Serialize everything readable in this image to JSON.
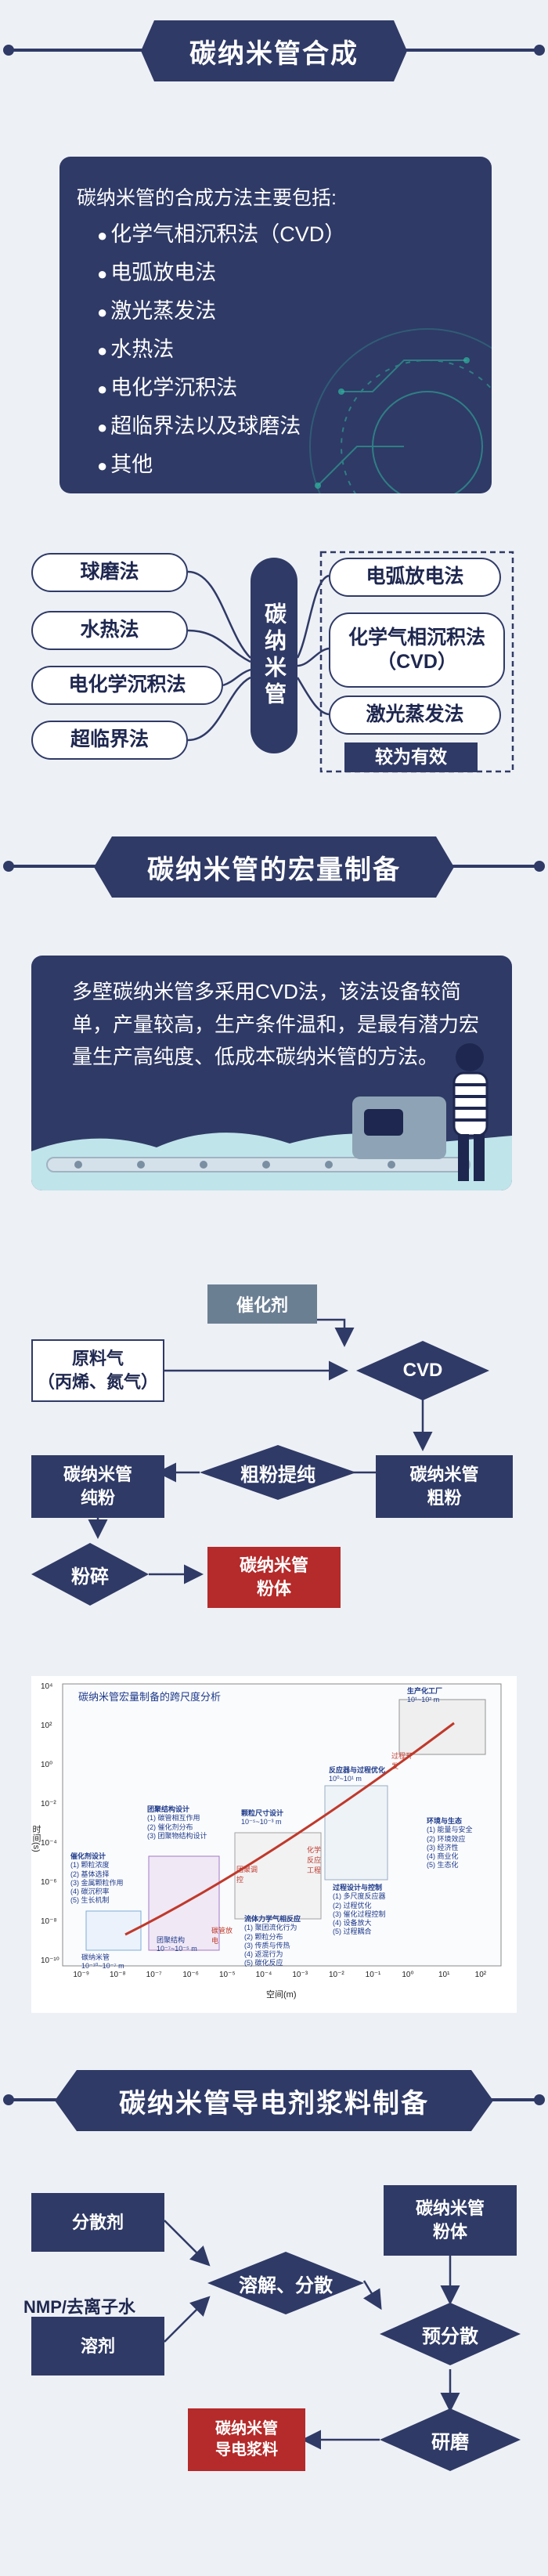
{
  "sections": [
    {
      "title": "碳纳米管合成"
    },
    {
      "title": "碳纳米管的宏量制备"
    },
    {
      "title": "碳纳米管导电剂浆料制备"
    }
  ],
  "synthesis": {
    "intro": "碳纳米管的合成方法主要包括:",
    "methods": [
      "化学气相沉积法（CVD）",
      "电弧放电法",
      "激光蒸发法",
      "水热法",
      "电化学沉积法",
      "超临界法以及球磨法",
      "其他"
    ]
  },
  "method_diagram": {
    "center": "碳纳米管",
    "left": [
      "球磨法",
      "水热法",
      "电化学沉积法",
      "超临界法"
    ],
    "right": [
      "电弧放电法",
      "化学气相沉积法（CVD）",
      "激光蒸发法"
    ],
    "right_note": "较为有效"
  },
  "mass_production": {
    "desc": "多壁碳纳米管多采用CVD法，该法设备较简单，产量较高，生产条件温和，是最有潜力宏量生产高纯度、低成本碳纳米管的方法。"
  },
  "mass_flow": {
    "catalyst": "催化剂",
    "feed_line1": "原料气",
    "feed_line2": "（丙烯、氮气）",
    "cvd": "CVD",
    "crude_line1": "碳纳米管",
    "crude_line2": "粗粉",
    "purify": "粗粉提纯",
    "pure_line1": "碳纳米管",
    "pure_line2": "纯粉",
    "crush": "粉碎",
    "product_line1": "碳纳米管",
    "product_line2": "粉体"
  },
  "figure": {
    "title": "碳纳米管宏量制备的跨尺度分析",
    "xlabel": "空间(m)",
    "ylabel": "时间(s)",
    "x_ticks": [
      "10⁻⁹",
      "10⁻⁸",
      "10⁻⁷",
      "10⁻⁶",
      "10⁻⁵",
      "10⁻⁴",
      "10⁻³",
      "10⁻²",
      "10⁻¹",
      "10⁰",
      "10¹",
      "10²"
    ],
    "y_ticks": [
      "10⁴",
      "10²",
      "10⁰",
      "10⁻²",
      "10⁻⁴",
      "10⁻⁶",
      "10⁻⁸",
      "10⁻¹⁰"
    ],
    "catalyst_block": {
      "head": "催化剂设计",
      "items": [
        "(1) 颗粒浓度",
        "(2) 基体选择",
        "(3) 金属颗粒作用",
        "(4) 碳沉积率",
        "(5) 生长机制"
      ]
    },
    "cluster_block": {
      "head": "团聚结构设计",
      "items": [
        "(1) 碳管相互作用",
        "(2) 催化剂分布",
        "(3) 团聚物结构设计"
      ]
    },
    "particle_block": {
      "head": "颗粒尺寸设计",
      "range": "10⁻⁵~10⁻³ m"
    },
    "flow_block": {
      "head": "流体力学气相反应",
      "items": [
        "(1) 聚团流化行为",
        "(2) 颗粒分布",
        "(3) 传质与传热",
        "(4) 返混行为",
        "(5) 碳化反应"
      ]
    },
    "reactor_block": {
      "head": "反应器与过程优化",
      "range": "10⁰~10¹ m"
    },
    "process_block": {
      "head": "过程设计与控制",
      "items": [
        "(1) 多尺度反应器",
        "(2) 过程优化",
        "(3) 催化过程控制",
        "(4) 设备放大",
        "(5) 过程耦合"
      ]
    },
    "plant_block": {
      "head": "生产化工厂",
      "range": "10¹~10² m"
    },
    "eco_block": {
      "head": "环境与生态",
      "items": [
        "(1) 能量与安全",
        "(2) 环境效应",
        "(3) 经济性",
        "(4) 商业化",
        "(5) 生态化"
      ]
    },
    "small_labels": [
      "碳纳米管 10⁻¹⁰~10⁻⁷ m",
      "团聚结构 10⁻⁷~10⁻⁵ m",
      "碳管放电",
      "团聚调控",
      "化学反应工程",
      "过程开发"
    ]
  },
  "slurry_flow": {
    "dispersant": "分散剂",
    "solvent_note": "NMP/去离子水",
    "solvent": "溶剂",
    "dissolve": "溶解、分散",
    "powder_line1": "碳纳米管",
    "powder_line2": "粉体",
    "predisperse": "预分散",
    "grind": "研磨",
    "product_line1": "碳纳米管",
    "product_line2": "导电浆料"
  }
}
